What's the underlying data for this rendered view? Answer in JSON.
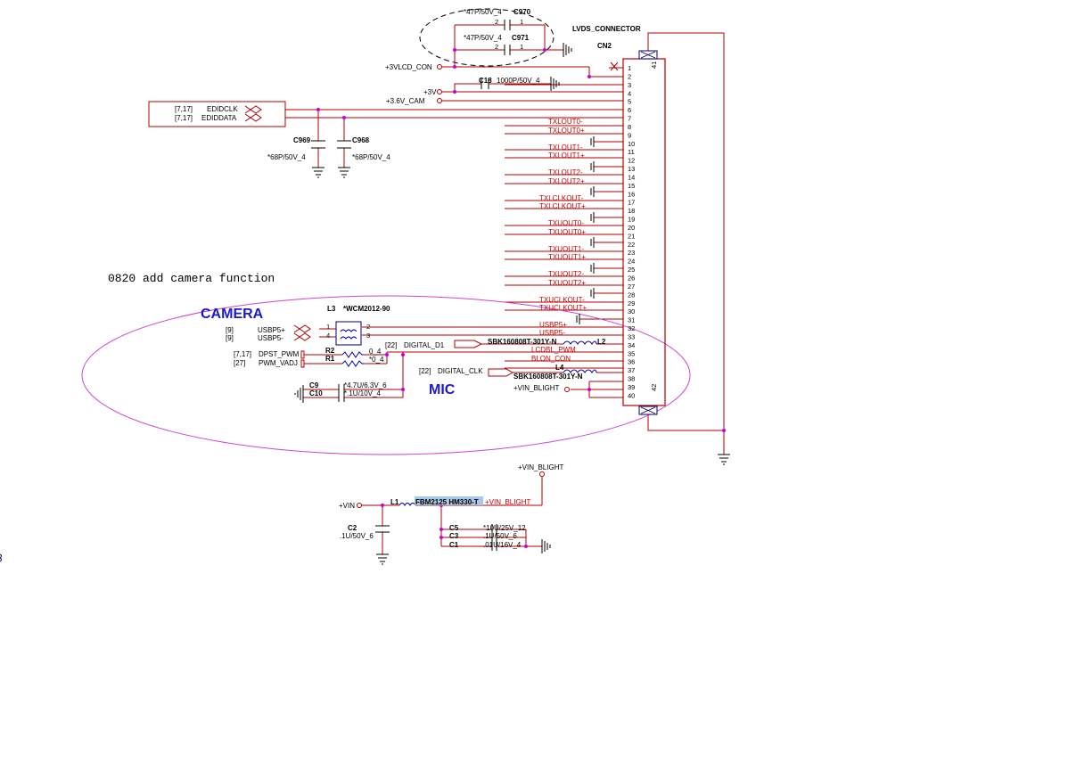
{
  "colors": {
    "wire": "#b00000",
    "net_label": "#cc0000",
    "junction": "#cc00cc",
    "title_text": "#1a1acc",
    "ellipse": "#cc44cc",
    "highlight": "#a8c8e8"
  },
  "connector": {
    "name": "LVDS_CONNECTOR",
    "ref": "CN2",
    "pins": [
      "1",
      "2",
      "3",
      "4",
      "5",
      "6",
      "7",
      "8",
      "9",
      "10",
      "11",
      "12",
      "13",
      "14",
      "15",
      "16",
      "17",
      "18",
      "19",
      "20",
      "21",
      "22",
      "23",
      "24",
      "25",
      "26",
      "27",
      "28",
      "29",
      "30",
      "31",
      "32",
      "33",
      "34",
      "35",
      "36",
      "37",
      "38",
      "39",
      "40"
    ],
    "mount_pins": [
      "41",
      "42"
    ]
  },
  "net_labels": {
    "lvds": [
      "TXLOUT0-",
      "TXLOUT0+",
      "TXLOUT1-",
      "TXLOUT1+",
      "TXLOUT2-",
      "TXLOUT2+",
      "TXLCLKOUT-",
      "TXLCLKOUT+",
      "TXUOUT0-",
      "TXUOUT0+",
      "TXUOUT1-",
      "TXUOUT1+",
      "TXUOUT2-",
      "TXUOUT2+",
      "TXUCLKOUT-",
      "TXUCLKOUT+",
      "USBP5+",
      "USBP5-",
      "LCDBL_PWM",
      "BLON_CON"
    ],
    "power_3vlcd": "+3VLCD_CON",
    "power_3v": "+3V",
    "power_cam": "+3.6V_CAM",
    "vin_blight": "+VIN_BLIGHT",
    "vin_blight_top": "+VIN_BLIGHT",
    "vin_blight_red": "+VIN_BLIGHT",
    "vin": "+VIN"
  },
  "edid": {
    "clk_ref": "[7,17]",
    "clk": "EDIDCLK",
    "data_ref": "[7,17]",
    "data": "EDIDDATA"
  },
  "caps_top": {
    "c970_val": "*47P/50V_4",
    "c970_ref": "C970",
    "c971_val": "*47P/50V_4",
    "c971_ref": "C971",
    "c18_ref": "C18",
    "c18_val": "1000P/50V_4",
    "c969_ref": "C969",
    "c969_val": "*68P/50V_4",
    "c968_ref": "C968",
    "c968_val": "*68P/50V_4"
  },
  "pin_nums": {
    "one": "1",
    "two": "2"
  },
  "note": "0820 add camera function",
  "camera": {
    "title": "CAMERA",
    "mic": "MIC",
    "l3_ref": "L3",
    "l3_val": "*WCM2012-90",
    "usbp_ref1": "[9]",
    "usbp_plus": "USBP5+",
    "usbp_ref2": "[9]",
    "usbp_minus": "USBP5-",
    "l3_pins": [
      "1",
      "4",
      "2",
      "3"
    ],
    "digital_d1_ref": "[22]",
    "digital_d1": "DIGITAL_D1",
    "l2_part": "SBK160808T-301Y-N",
    "l2_ref": "L2",
    "digital_clk_ref": "[22]",
    "digital_clk": "DIGITAL_CLK",
    "l4_ref": "L4",
    "l4_part": "SBK160808T-301Y-N",
    "dpst_ref": "[7,17]",
    "dpst": "DPST_PWM",
    "pwm_ref": "[27]",
    "pwm": "PWM_VADJ",
    "r2_ref": "R2",
    "r1_ref": "R1",
    "r2_val": "0_4",
    "r1_val": "*0_4",
    "c9_ref": "C9",
    "c10_ref": "C10",
    "c9_val": "*4.7U/6.3V_6",
    "c10_val": "*.1U/10V_4"
  },
  "backlight": {
    "l1_ref": "L1",
    "l1_part": "FBM2125 HM330-T",
    "c2_ref": "C2",
    "c2_val": ".1U/50V_6",
    "c5_ref": "C5",
    "c5_val": "*10U/25V_12",
    "c3_ref": "C3",
    "c3_val": ".1U/50V_6",
    "c1_ref": "C1",
    "c1_val": ".01U/16V_4"
  }
}
